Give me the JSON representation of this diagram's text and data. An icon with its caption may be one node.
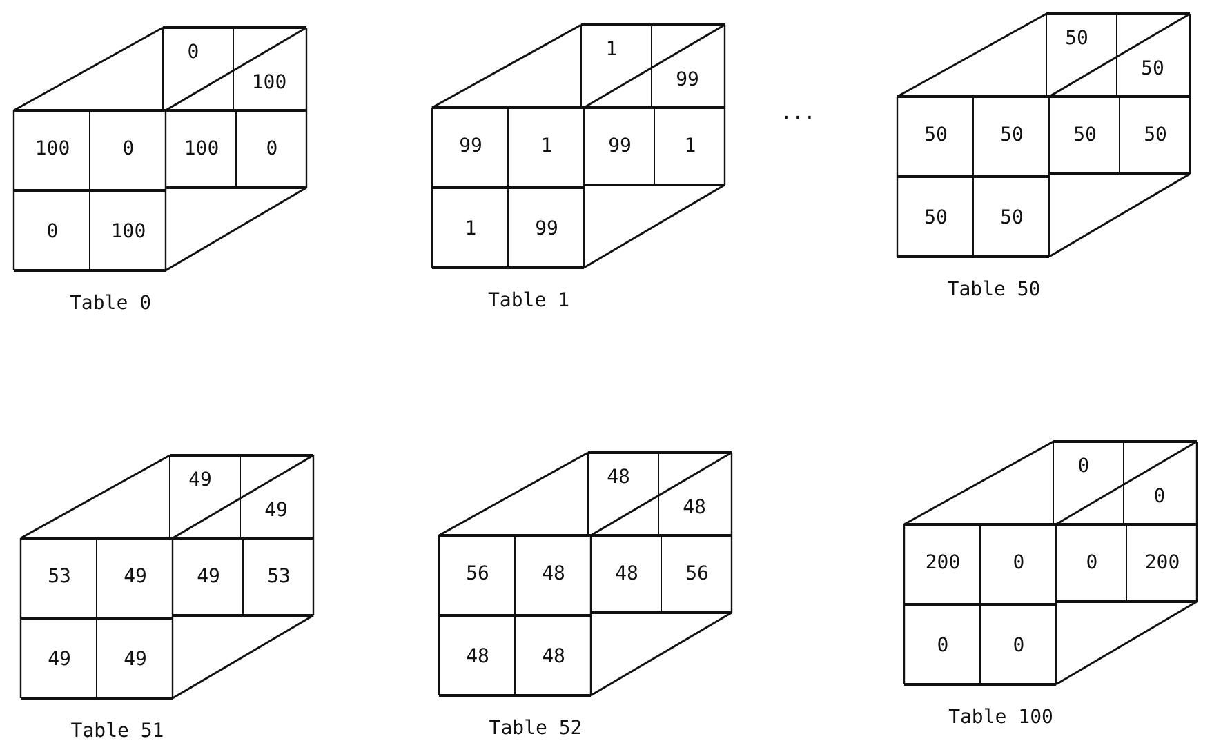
{
  "diagram": {
    "labels": [
      "0",
      "100",
      "100",
      "0",
      "100",
      "0",
      "0",
      "100",
      "Table 0",
      "1",
      "99",
      "99",
      "1",
      "99",
      "1",
      "1",
      "99",
      "Table 1",
      "...",
      "50",
      "50",
      "50",
      "50",
      "50",
      "50",
      "50",
      "50",
      "Table 50",
      "49",
      "49",
      "53",
      "49",
      "49",
      "53",
      "49",
      "49",
      "Table 51",
      "48",
      "48",
      "56",
      "48",
      "48",
      "56",
      "48",
      "48",
      "Table 52",
      "0",
      "0",
      "200",
      "0",
      "0",
      "200",
      "0",
      "0",
      "Table 100"
    ]
  }
}
